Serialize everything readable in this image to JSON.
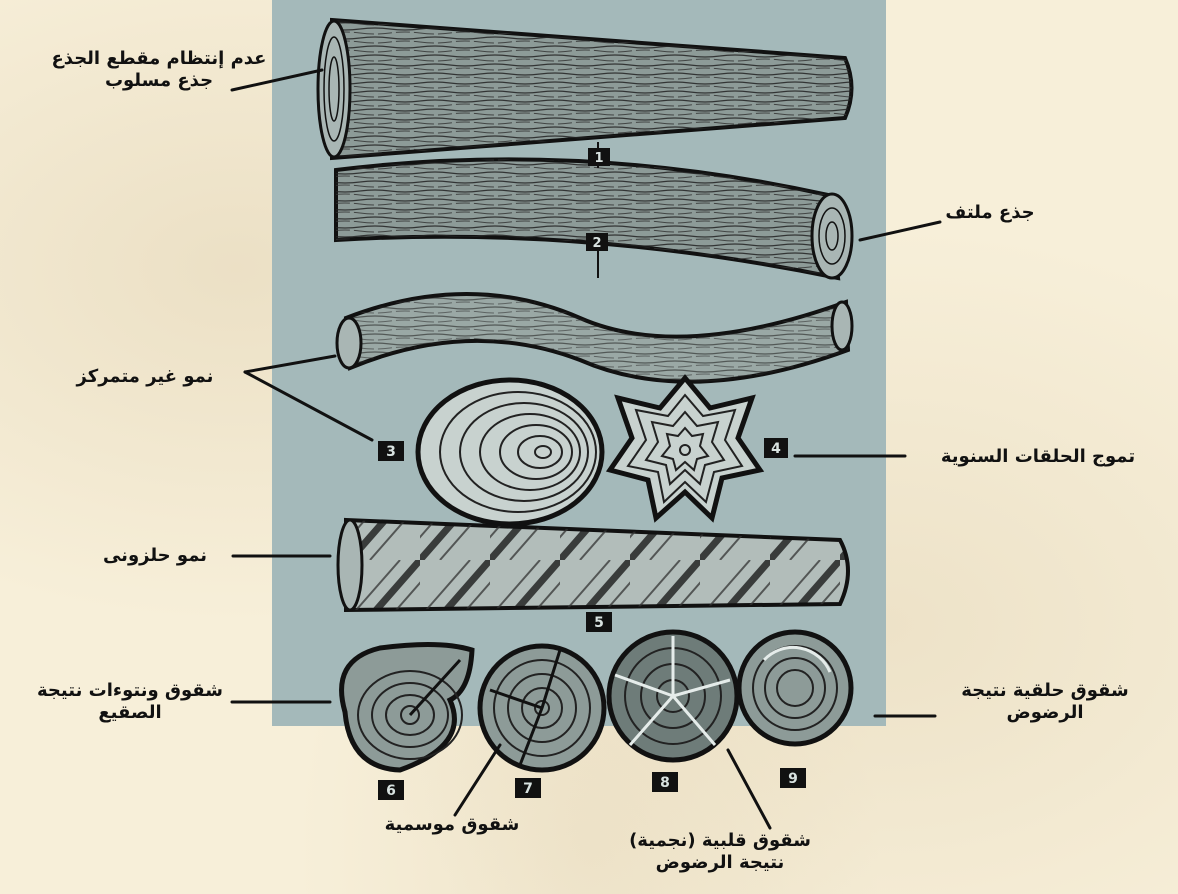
{
  "labels": {
    "irregular_section": "عدم إنتظام مقطع الجذع",
    "tapered_trunk": "جذع مسلوب",
    "twisted_trunk": "جذع ملتف",
    "eccentric_growth": "نمو غير متمركز",
    "wavy_rings": "تموج الحلقات السنوية",
    "spiral_growth": "نمو حلزونى",
    "frost_cracks_line1": "شقوق ونتوءات نتيجة",
    "frost_cracks_line2": "الصقيع",
    "ring_shakes_line1": "شقوق حلقية نتيجة",
    "ring_shakes_line2": "الرضوض",
    "seasonal_checks": "شقوق موسمية",
    "star_shakes_line1": "شقوق قلبية (نجمية)",
    "star_shakes_line2": "نتيجة الرضوض"
  },
  "figure_numbers": [
    "1",
    "2",
    "3",
    "4",
    "5",
    "6",
    "7",
    "8",
    "9"
  ],
  "colors": {
    "page_background": "#f7efd9",
    "photo_background": "#a4b9ba",
    "ink": "#111111"
  }
}
